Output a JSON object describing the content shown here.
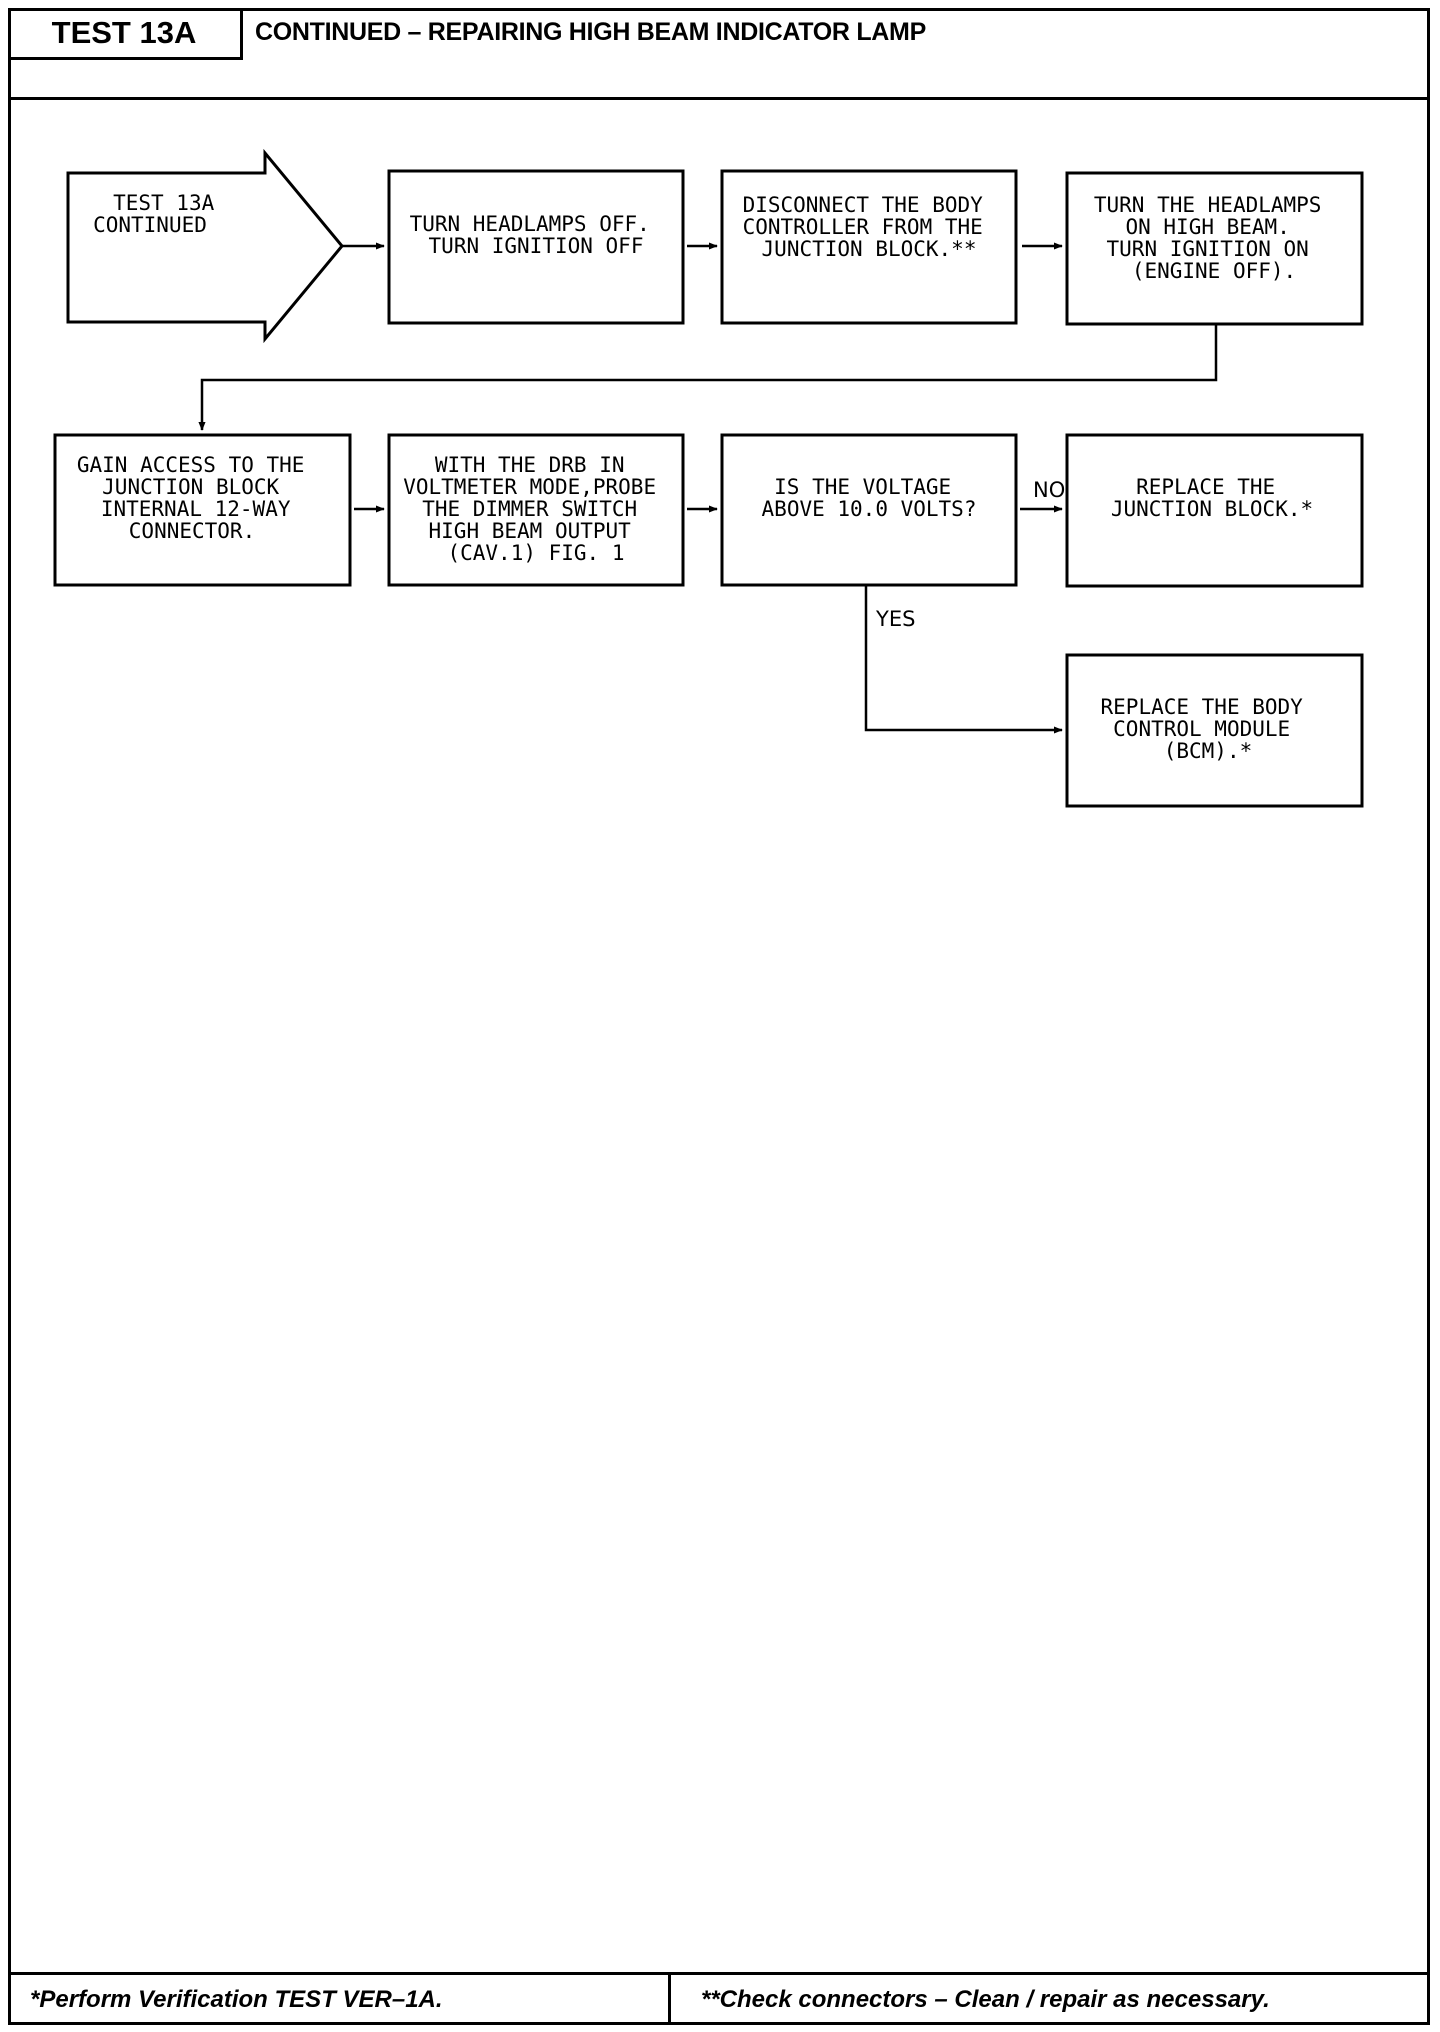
{
  "header": {
    "test_id": "TEST 13A",
    "title": "CONTINUED – REPAIRING HIGH BEAM INDICATOR LAMP"
  },
  "nodes": {
    "start": [
      "TEST 13A",
      "CONTINUED"
    ],
    "n1": [
      "TURN HEADLAMPS OFF.",
      "TURN IGNITION OFF"
    ],
    "n2": [
      "DISCONNECT THE BODY",
      "CONTROLLER FROM THE",
      "JUNCTION BLOCK.**"
    ],
    "n3": [
      "TURN THE HEADLAMPS",
      "ON HIGH BEAM.",
      "TURN IGNITION ON",
      "(ENGINE OFF)."
    ],
    "n4": [
      "GAIN ACCESS TO THE",
      "JUNCTION BLOCK",
      "INTERNAL 12-WAY",
      "CONNECTOR."
    ],
    "n5": [
      "WITH THE DRB IN",
      "VOLTMETER MODE,PROBE",
      "THE DIMMER SWITCH",
      "HIGH BEAM OUTPUT",
      "(CAV.1) FIG. 1"
    ],
    "n6": [
      "IS THE VOLTAGE",
      "ABOVE 10.0 VOLTS?"
    ],
    "n7": [
      "REPLACE THE",
      "JUNCTION BLOCK.*"
    ],
    "n8": [
      "REPLACE THE BODY",
      "CONTROL MODULE",
      "(BCM).*"
    ]
  },
  "edges": {
    "no_label": "NO",
    "yes_label": "YES"
  },
  "footer": {
    "left": "*Perform Verification TEST VER–1A.",
    "right": "**Check connectors – Clean / repair as necessary."
  }
}
